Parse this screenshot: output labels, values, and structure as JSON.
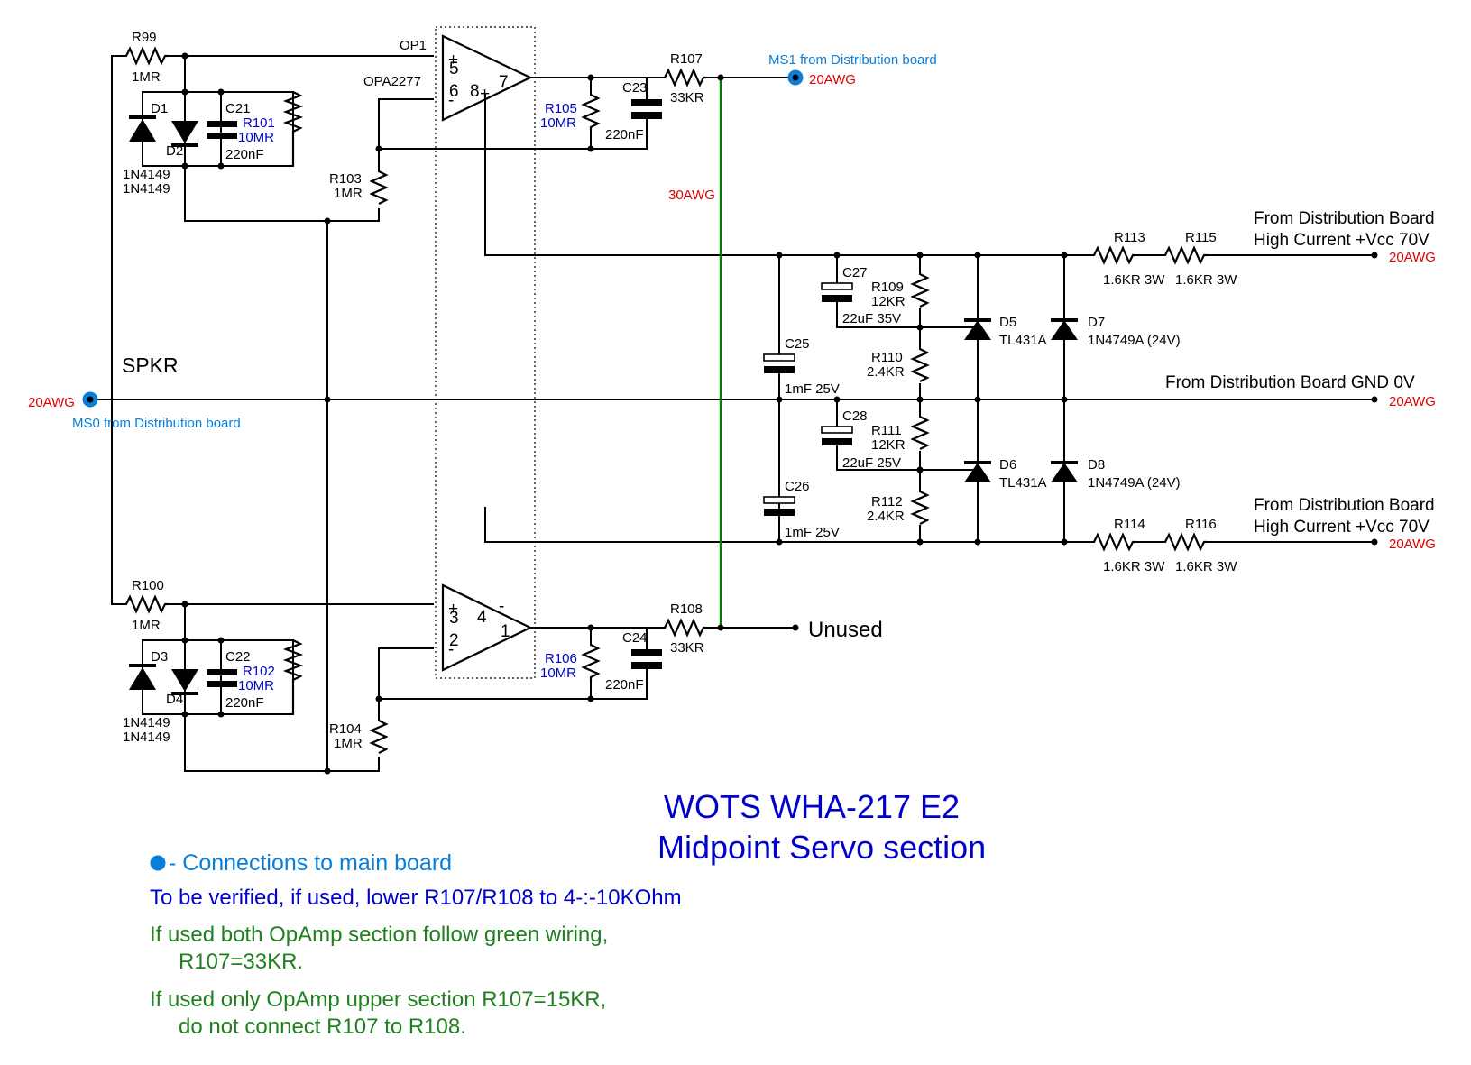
{
  "title": {
    "line1": "WOTS WHA-217 E2",
    "line2": "Midpoint Servo section"
  },
  "connectors": {
    "spkr": "SPKR",
    "ms0_awg": "20AWG",
    "ms0_label": "MS0 from Distribution board",
    "ms1_awg": "20AWG",
    "ms1_label": "MS1 from Distribution board",
    "green_wire": "30AWG",
    "unused": "Unused",
    "vcc1_line1": "From Distribution Board",
    "vcc1_line2": "High Current +Vcc 70V",
    "vcc1_awg": "20AWG",
    "gnd_label": "From Distribution Board GND 0V",
    "gnd_awg": "20AWG",
    "vcc2_line1": "From Distribution Board",
    "vcc2_line2": "High Current +Vcc 70V",
    "vcc2_awg": "20AWG"
  },
  "opamp": {
    "ref": "OP1",
    "part": "OPA2277",
    "upper_pins": {
      "plus_sym": "+",
      "p5": "5",
      "p6": "6",
      "minus_sym": "-",
      "p8": "8",
      "plus8": "+",
      "p7": "7"
    },
    "lower_pins": {
      "plus_sym": "+",
      "p3": "3",
      "p2": "2",
      "minus_sym": "-",
      "p4": "4",
      "minus4": "-",
      "p1": "1"
    }
  },
  "components": {
    "R99": {
      "ref": "R99",
      "value": "1MR"
    },
    "R100": {
      "ref": "R100",
      "value": "1MR"
    },
    "R101": {
      "ref": "R101",
      "value": "10MR"
    },
    "R102": {
      "ref": "R102",
      "value": "10MR"
    },
    "R103": {
      "ref": "R103",
      "value": "1MR"
    },
    "R104": {
      "ref": "R104",
      "value": "1MR"
    },
    "R105": {
      "ref": "R105",
      "value": "10MR"
    },
    "R106": {
      "ref": "R106",
      "value": "10MR"
    },
    "R107": {
      "ref": "R107",
      "value": "33KR"
    },
    "R108": {
      "ref": "R108",
      "value": "33KR"
    },
    "R109": {
      "ref": "R109",
      "value": "12KR"
    },
    "R110": {
      "ref": "R110",
      "value": "2.4KR"
    },
    "R111": {
      "ref": "R111",
      "value": "12KR"
    },
    "R112": {
      "ref": "R112",
      "value": "2.4KR"
    },
    "R113": {
      "ref": "R113",
      "value": "1.6KR 3W"
    },
    "R114": {
      "ref": "R114",
      "value": "1.6KR 3W"
    },
    "R115": {
      "ref": "R115",
      "value": "1.6KR 3W"
    },
    "R116": {
      "ref": "R116",
      "value": "1.6KR 3W"
    },
    "C21": {
      "ref": "C21",
      "value": "220nF"
    },
    "C22": {
      "ref": "C22",
      "value": "220nF"
    },
    "C23": {
      "ref": "C23",
      "value": "220nF"
    },
    "C24": {
      "ref": "C24",
      "value": "220nF"
    },
    "C25": {
      "ref": "C25",
      "value": "1mF 25V"
    },
    "C26": {
      "ref": "C26",
      "value": "1mF 25V"
    },
    "C27": {
      "ref": "C27",
      "value": "22uF 35V"
    },
    "C28": {
      "ref": "C28",
      "value": "22uF 25V"
    },
    "D1": {
      "ref": "D1"
    },
    "D2": {
      "ref": "D2"
    },
    "D12_part1": "1N4149",
    "D12_part2": "1N4149",
    "D3": {
      "ref": "D3"
    },
    "D4": {
      "ref": "D4"
    },
    "D34_part1": "1N4149",
    "D34_part2": "1N4149",
    "D5": {
      "ref": "D5",
      "value": "TL431A"
    },
    "D6": {
      "ref": "D6",
      "value": "TL431A"
    },
    "D7": {
      "ref": "D7",
      "value": "1N4749A (24V)"
    },
    "D8": {
      "ref": "D8",
      "value": "1N4749A (24V)"
    }
  },
  "notes": {
    "legend": "- Connections to main board",
    "verify": "To be verified, if used, lower R107/R108 to 4-:-10KOhm",
    "both_1": "If used both OpAmp section follow green wiring,",
    "both_2": "R107=33KR.",
    "upper_1": "If used only OpAmp upper section R107=15KR,",
    "upper_2": "do not connect R107 to R108."
  },
  "colors": {
    "wire": "#000000",
    "green_wiring": "#008000",
    "title_blue": "#0000cc",
    "connector_blue": "#0b7fd8",
    "awg_red": "#e00000",
    "note_green": "#208020"
  }
}
